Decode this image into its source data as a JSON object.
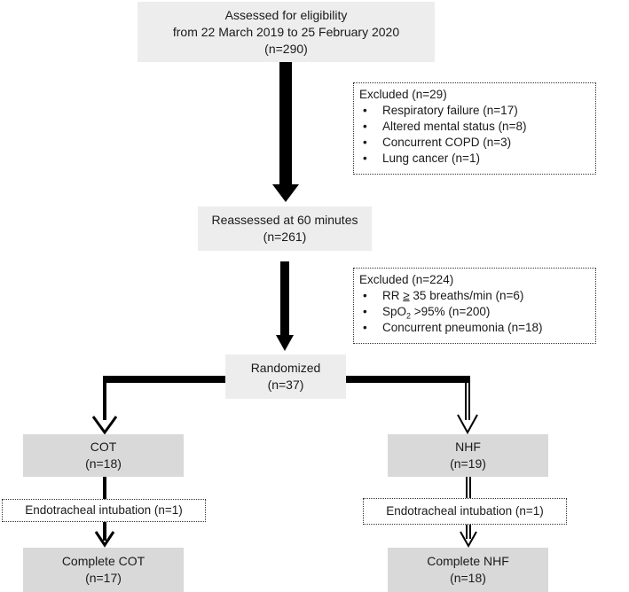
{
  "nodes": {
    "assessed": {
      "line1": "Assessed for eligibility",
      "line2": "from 22 March 2019 to 25 February 2020",
      "line3": "(n=290)"
    },
    "excluded1": {
      "header": "Excluded (n=29)",
      "items": [
        "Respiratory failure (n=17)",
        "Altered mental status (n=8)",
        "Concurrent COPD (n=3)",
        "Lung cancer (n=1)"
      ]
    },
    "reassessed": {
      "line1": "Reassessed at 60 minutes",
      "line2": "(n=261)"
    },
    "excluded2": {
      "header": "Excluded (n=224)",
      "rr_prefix": "RR ",
      "rr_symbol": "≥",
      "rr_suffix": " 35 breaths/min (n=6)",
      "spo2_prefix": "SpO",
      "spo2_sub": "2",
      "spo2_suffix": " >95% (n=200)",
      "item3": "Concurrent pneumonia (n=18)"
    },
    "randomized": {
      "line1": "Randomized",
      "line2": "(n=37)"
    },
    "cot": {
      "line1": "COT",
      "line2": "(n=18)"
    },
    "nhf": {
      "line1": "NHF",
      "line2": "(n=19)"
    },
    "intubation_left": "Endotracheal intubation (n=1)",
    "intubation_right": "Endotracheal intubation (n=1)",
    "complete_cot": {
      "line1": "Complete COT",
      "line2": "(n=17)"
    },
    "complete_nhf": {
      "line1": "Complete NHF",
      "line2": "(n=18)"
    }
  }
}
